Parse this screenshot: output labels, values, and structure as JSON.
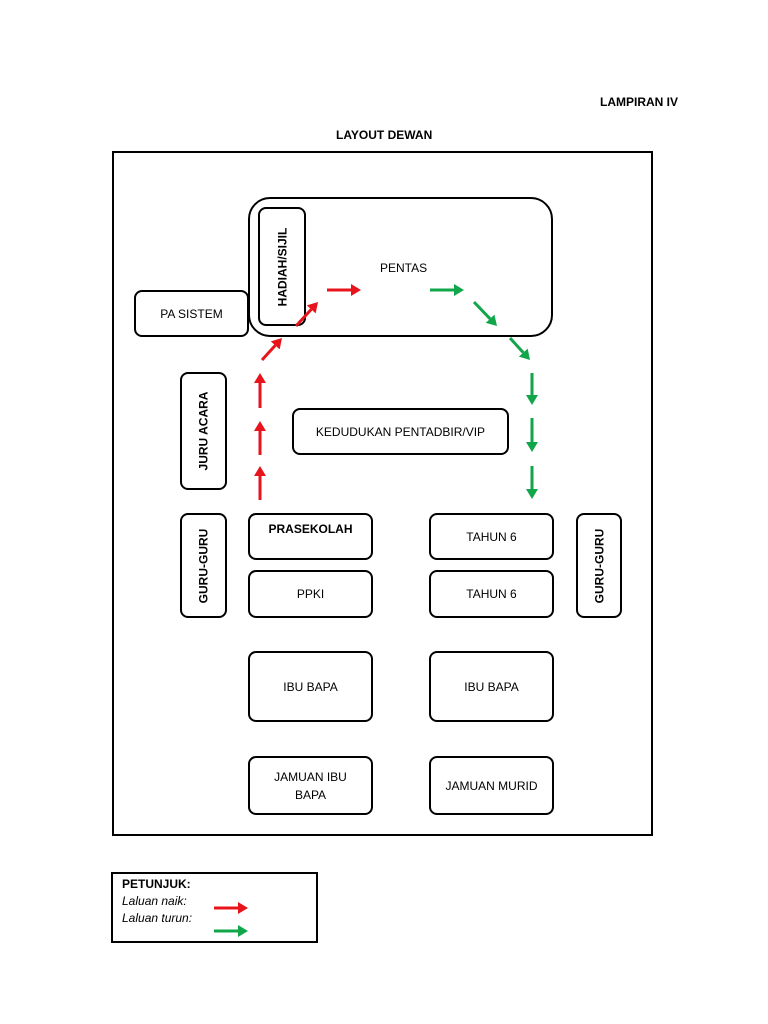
{
  "header": {
    "appendix": "LAMPIRAN IV",
    "title": "LAYOUT DEWAN"
  },
  "stage": {
    "label": "PENTAS"
  },
  "award_table": {
    "label": "HADIAH/SIJIL"
  },
  "pa_system": {
    "label": "PA SISTEM"
  },
  "emcee": {
    "label": "JURU ACARA"
  },
  "vip_seating": {
    "label": "KEDUDUKAN PENTADBIR/VIP"
  },
  "teachers": {
    "left_label": "GURU-GURU",
    "right_label": "GURU-GURU"
  },
  "seating": {
    "prasekolah": "PRASEKOLAH",
    "ppki": "PPKI",
    "tahun6_a": "TAHUN 6",
    "tahun6_b": "TAHUN 6",
    "ibu_bapa_left": "IBU BAPA",
    "ibu_bapa_right": "IBU BAPA",
    "jamuan_ibu_bapa": "JAMUAN IBU BAPA",
    "jamuan_murid": "JAMUAN MURID"
  },
  "legend": {
    "heading": "PETUNJUK:",
    "up_route_label": "Laluan naik:",
    "down_route_label": "Laluan turun:",
    "up_color": "#e8141b",
    "down_color": "#12a64b"
  }
}
